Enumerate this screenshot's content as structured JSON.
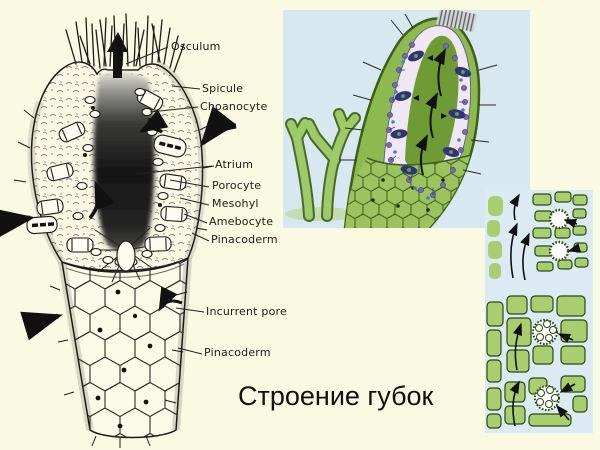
{
  "slide": {
    "title": "Строение губок",
    "background_color": "#FAF9E1"
  },
  "anatomy_diagram": {
    "labels": {
      "osculum": "Osculum",
      "spicule": "Spicule",
      "choanocyte": "Choanocyte",
      "atrium": "Atrium",
      "porocyte": "Porocyte",
      "mesohyl": "Mesohyl",
      "amebocyte": "Amebocyte",
      "pinacoderm_upper": "Pinacoderm",
      "incurrent_pore": "Incurrent pore",
      "pinacoderm_lower": "Pinacoderm"
    }
  },
  "colony_panel": {
    "background_color": "#D8E8F1",
    "colors": {
      "body_green": "#8CBA4E",
      "atrium_green": "#6E9B33",
      "cell_layer_pink": "#EFE8F2",
      "choanocyte_purple": "#7A68B8",
      "pore_navy": "#2E3380",
      "mesh_green": "#9CC45E"
    }
  },
  "canal_panel": {
    "background_color": "#DCEAF3",
    "cell_green": "#A8CE70"
  }
}
